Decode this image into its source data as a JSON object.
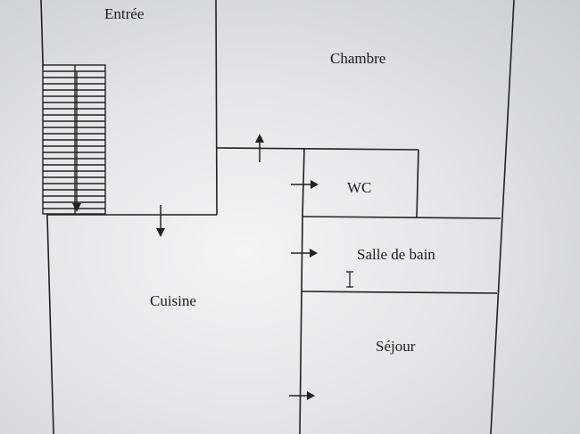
{
  "rooms": {
    "entree": "Entrée",
    "chambre": "Chambre",
    "wc": "WC",
    "salle_de_bain": "Salle de bain",
    "cuisine": "Cuisine",
    "sejour": "Séjour"
  },
  "colors": {
    "wall": "#222222",
    "paper": "#eceef1"
  }
}
